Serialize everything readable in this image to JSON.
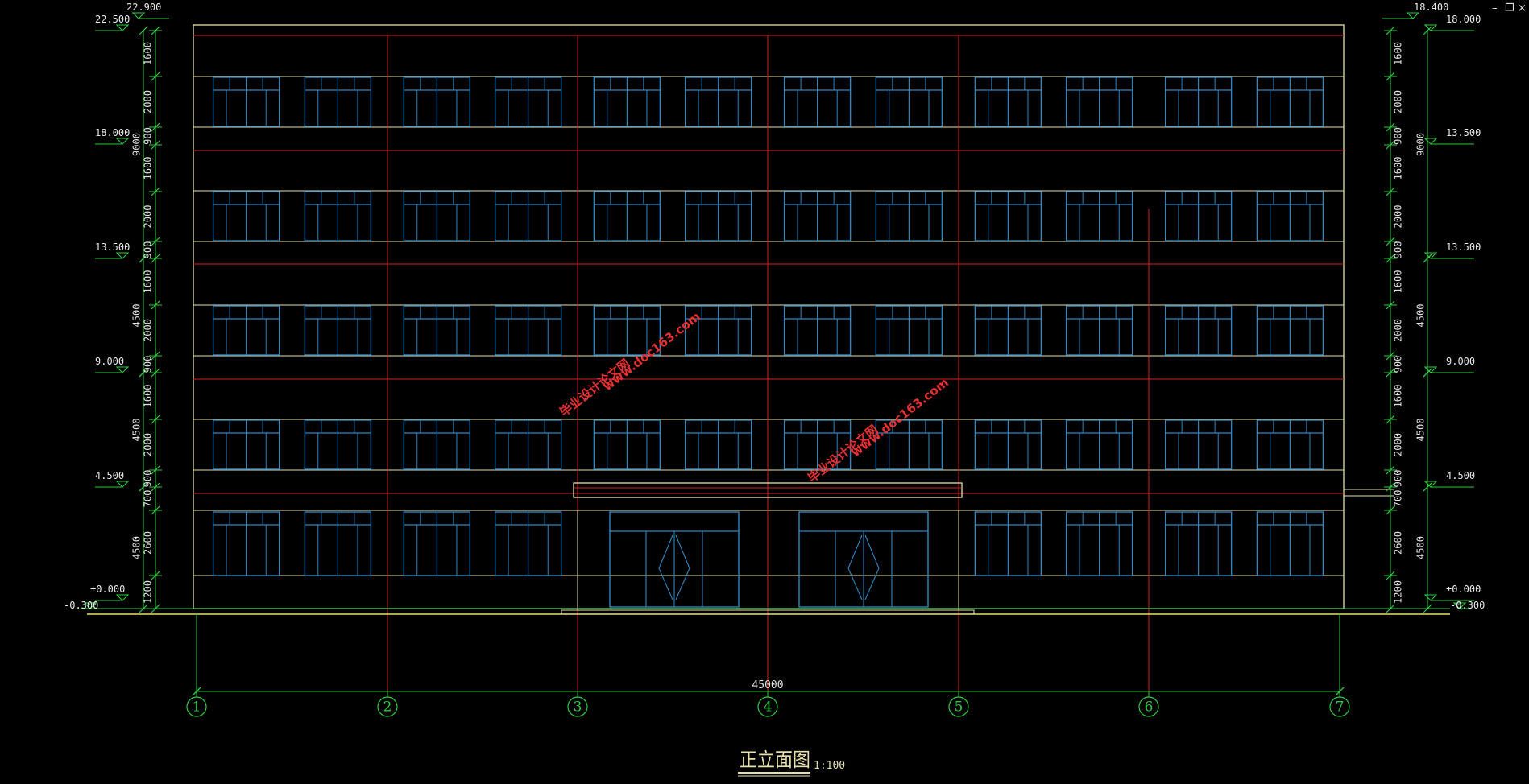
{
  "window_controls": {
    "minimize": "–",
    "restore": "❐",
    "close": "×"
  },
  "drawing": {
    "title": "正立面图",
    "scale": "1:100",
    "overall_dimension": "45000",
    "grid_labels": [
      "1",
      "2",
      "3",
      "4",
      "5",
      "6",
      "7"
    ],
    "left_levels": [
      {
        "label": "22.900"
      },
      {
        "label": "22.500"
      },
      {
        "label": "18.000"
      },
      {
        "label": "13.500"
      },
      {
        "label": "9.000"
      },
      {
        "label": "4.500"
      },
      {
        "label": "±0.000"
      },
      {
        "label": "-0.300"
      }
    ],
    "right_levels": [
      {
        "label": "18.400"
      },
      {
        "label": "18.000"
      },
      {
        "label": "13.500"
      },
      {
        "label": "13.500"
      },
      {
        "label": "9.000"
      },
      {
        "label": "4.500"
      },
      {
        "label": "±0.000"
      },
      {
        "label": "-0.300"
      }
    ],
    "left_segment_dims": [
      "1600",
      "2000",
      "900",
      "1600",
      "2000",
      "900",
      "1600",
      "2000",
      "900",
      "1600",
      "2000",
      "900",
      "700",
      "2600",
      "1200"
    ],
    "right_segment_dims": [
      "1600",
      "2000",
      "900",
      "1600",
      "2000",
      "900",
      "1600",
      "2000",
      "900",
      "1600",
      "2000",
      "900",
      "700",
      "2600",
      "1200"
    ],
    "left_story_dims": [
      "9000",
      "4500",
      "4500",
      "4500"
    ],
    "right_story_dims": [
      "9000",
      "4500",
      "4500",
      "4500"
    ],
    "watermark": {
      "line1": "毕业设计论文网",
      "line2": "www.doc163.com"
    }
  },
  "colors": {
    "background": "#000000",
    "outline": "#e6e0a8",
    "grid": "#d42020",
    "dimension": "#2ecc40",
    "window": "#2e86c1",
    "ground": "#e8e060",
    "text": "#e8e8e8",
    "watermark": "#e83030"
  }
}
